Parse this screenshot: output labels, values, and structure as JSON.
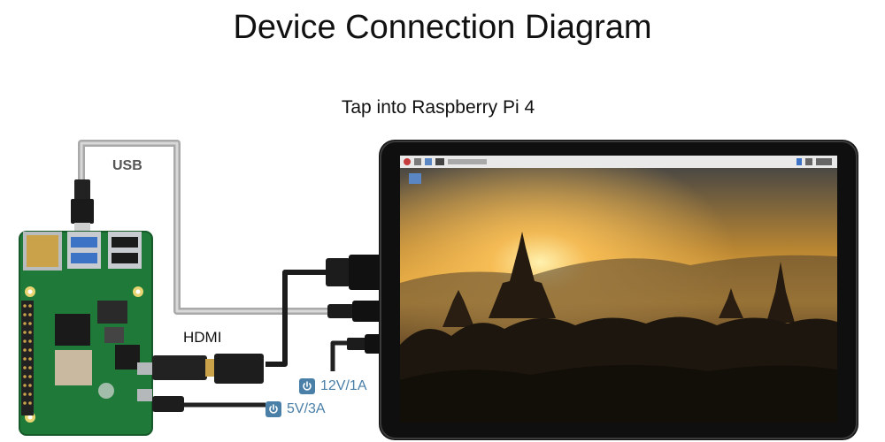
{
  "title": "Device Connection Diagram",
  "subtitle": "Tap into Raspberry Pi 4",
  "labels": {
    "usb": "USB",
    "hdmi": "HDMI",
    "power_12v": "12V/1A",
    "power_5v": "5V/3A"
  },
  "icons": {
    "power": "power-icon"
  },
  "colors": {
    "pcb": "#1f7a3a",
    "cable": "#9a9a9a",
    "accent": "#4a7fa8",
    "sunset": "#e89a2a"
  }
}
